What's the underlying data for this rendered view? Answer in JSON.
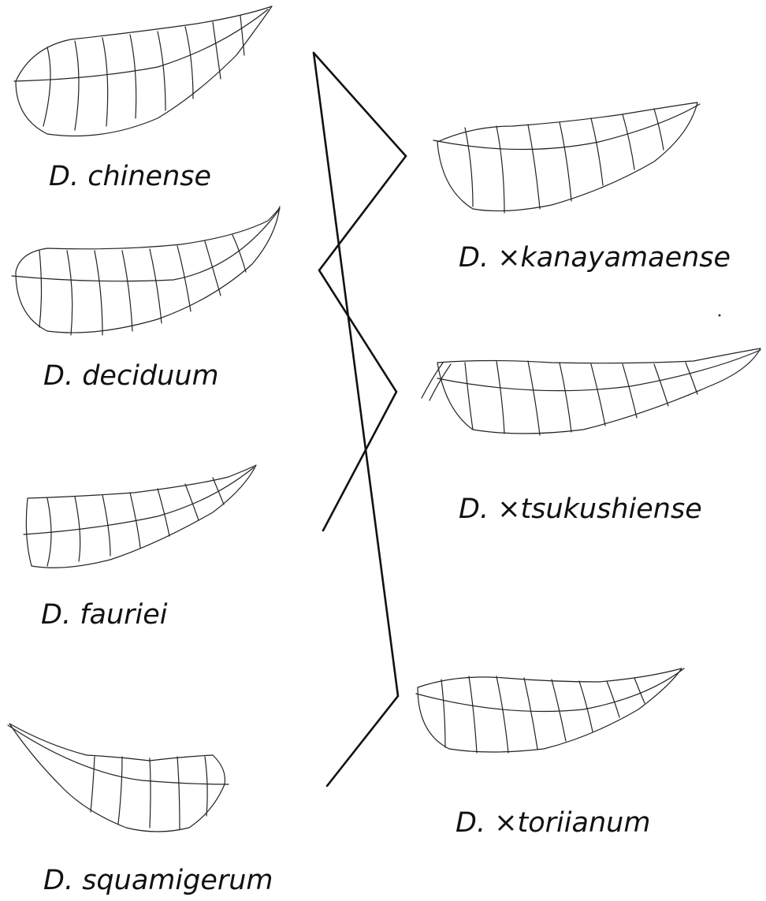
{
  "species": {
    "chinense": "D. chinense",
    "deciduum": "D. deciduum",
    "fauriei": "D. fauriei",
    "squamigerum": "D. squamigerum"
  },
  "hybrids": {
    "kanayamaense": "D. ×kanayamaense",
    "tsukushiense": "D. ×tsukushiense",
    "toriianum": "D. ×toriianum"
  },
  "colors": {
    "ink": "#111111",
    "background": "#ffffff"
  }
}
